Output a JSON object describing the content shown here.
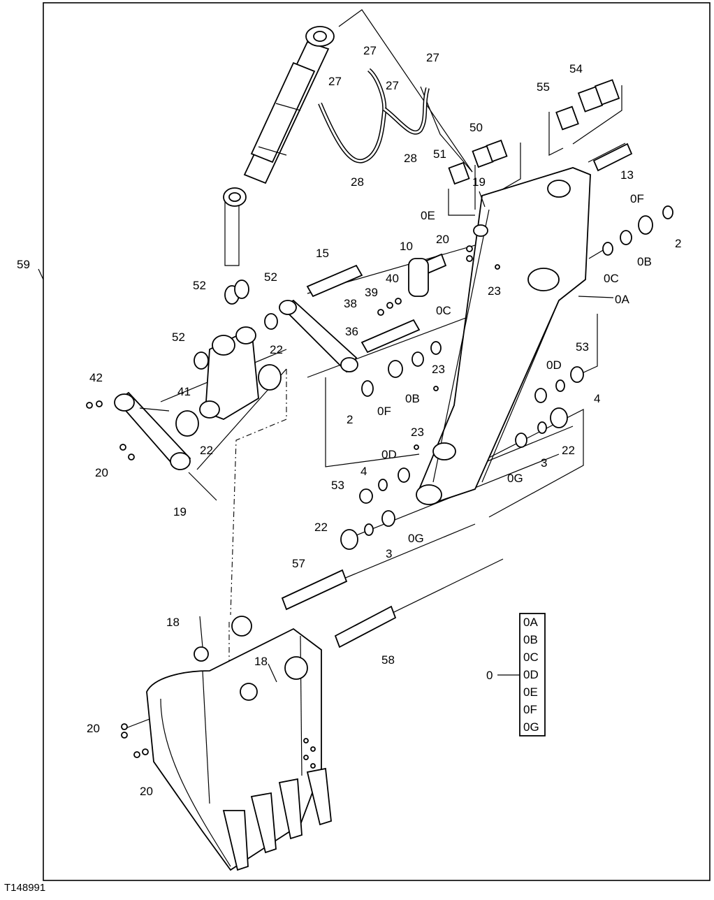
{
  "drawing_id": "T148991",
  "callouts": {
    "c59": "59",
    "c27a": "27",
    "c27b": "27",
    "c27c": "27",
    "c27d": "27",
    "c28a": "28",
    "c28b": "28",
    "c54": "54",
    "c55": "55",
    "c50": "50",
    "c51": "51",
    "c19a": "19",
    "c13": "13",
    "c0E": "0E",
    "c0F_top": "0F",
    "c2_top": "2",
    "c20_mid": "20",
    "c10": "10",
    "c15": "15",
    "c0C_right": "0C",
    "c0B_right": "0B",
    "c23a": "23",
    "c0A": "0A",
    "c52a": "52",
    "c52b": "52",
    "c52c": "52",
    "c39": "39",
    "c40": "40",
    "c38": "38",
    "c0C_mid": "0C",
    "c36": "36",
    "c22a": "22",
    "c42": "42",
    "c41": "41",
    "c53a": "53",
    "c0D_right": "0D",
    "c4_right": "4",
    "c2_mid": "2",
    "c0F_mid": "0F",
    "c0B_mid": "0B",
    "c23b": "23",
    "c23c": "23",
    "c22b": "22",
    "c20_left": "20",
    "c0D_mid": "0D",
    "c4_mid": "4",
    "c53b": "53",
    "c19b": "19",
    "c0G_right": "0G",
    "c3_right": "3",
    "c22c": "22",
    "c22d": "22",
    "c3_mid": "3",
    "c0G_mid": "0G",
    "c57": "57",
    "c18a": "18",
    "c18b": "18",
    "c58": "58",
    "c20_bl1": "20",
    "c20_bl2": "20",
    "c0_legend": "0"
  },
  "legend": [
    "0A",
    "0B",
    "0C",
    "0D",
    "0E",
    "0F",
    "0G"
  ]
}
